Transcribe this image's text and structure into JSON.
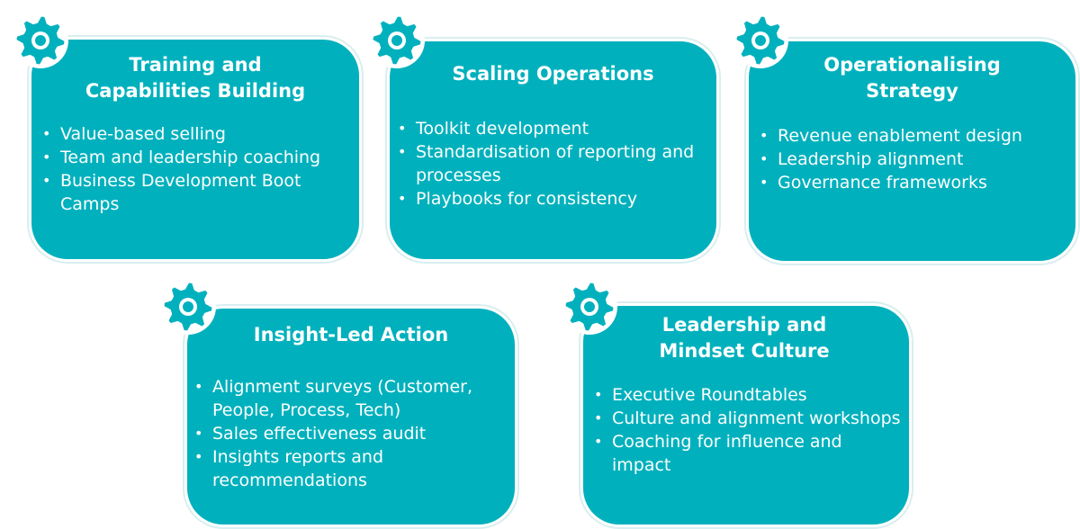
{
  "colors": {
    "card_fill": "#00b1bd",
    "text": "#ffffff",
    "gear_icon": "gear-icon"
  },
  "cards": [
    {
      "title": "Training and\nCapabilities Building",
      "items": [
        "Value-based selling",
        "Team and leadership coaching",
        "Business Development Boot Camps"
      ]
    },
    {
      "title": "Scaling Operations",
      "items": [
        "Toolkit development",
        "Standardisation of reporting and processes",
        "Playbooks for consistency"
      ]
    },
    {
      "title": "Operationalising\nStrategy",
      "items": [
        "Revenue enablement design",
        "Leadership alignment",
        "Governance frameworks"
      ]
    },
    {
      "title": "Insight-Led Action",
      "items": [
        "Alignment surveys (Customer, People, Process, Tech)",
        "Sales effectiveness audit",
        "Insights reports and recommendations"
      ]
    },
    {
      "title": "Leadership and\nMindset Culture",
      "items": [
        "Executive Roundtables",
        "Culture and alignment workshops",
        "Coaching for influence and impact"
      ]
    }
  ]
}
